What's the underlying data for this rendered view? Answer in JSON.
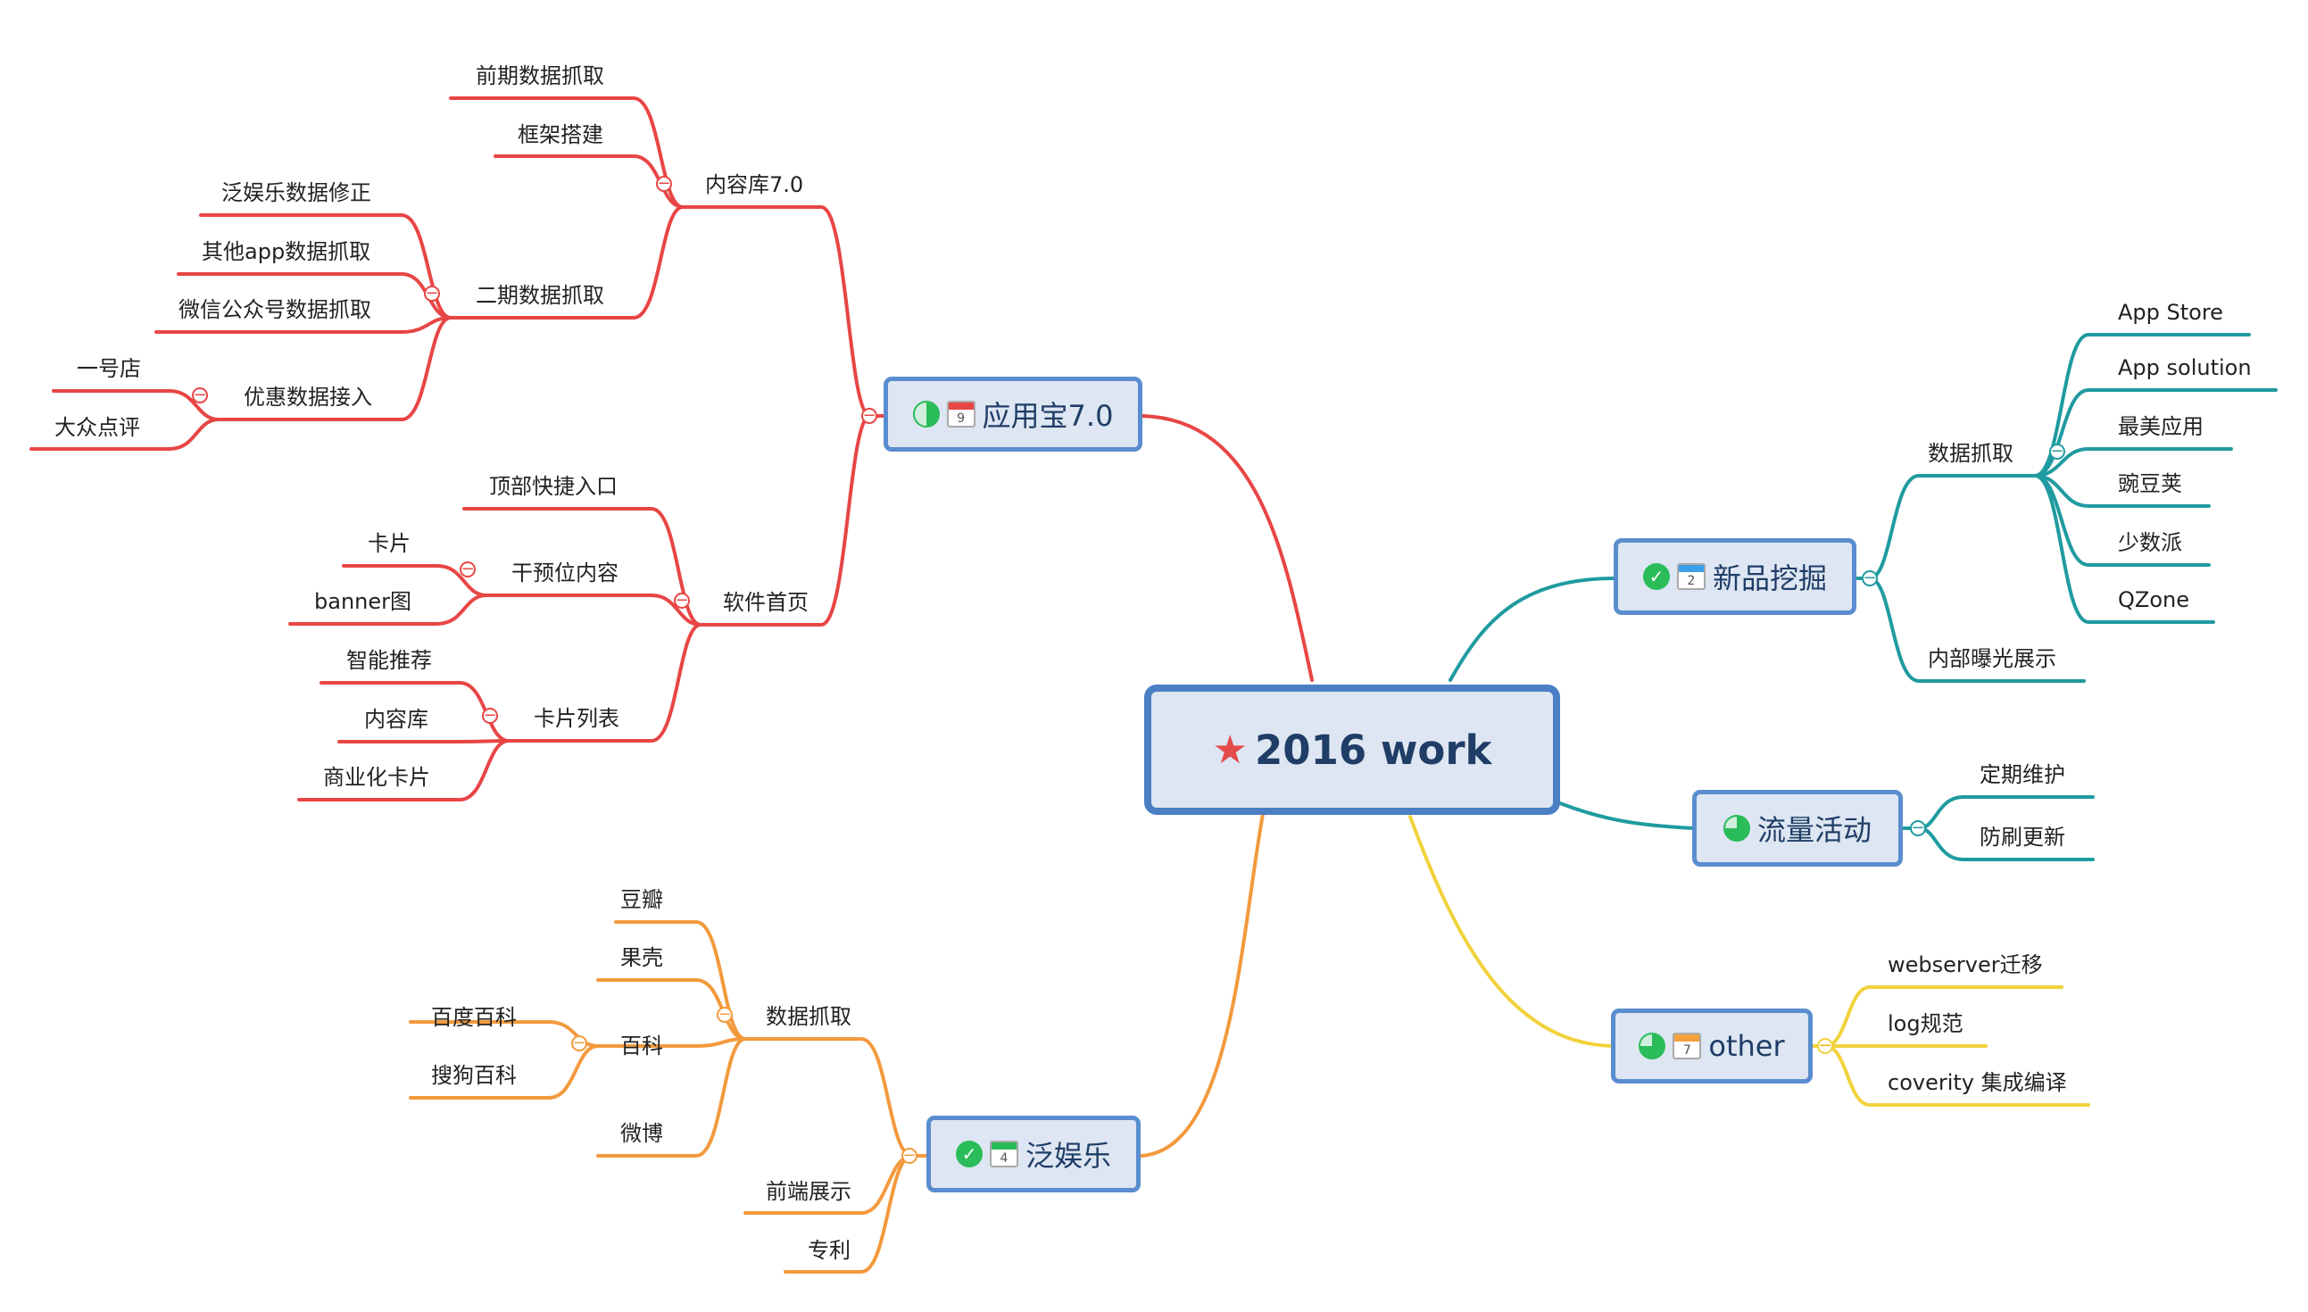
{
  "root": {
    "label": "2016 work",
    "star_color": "#e34b4b"
  },
  "colors": {
    "red": "#e84545",
    "teal": "#1f9ba0",
    "yellow": "#f2d23c",
    "orange": "#f29a3d",
    "node_border": "#5a8dcf",
    "node_fill": "#dde6f2"
  },
  "branches": {
    "yyb": {
      "label": "应用宝7.0",
      "progress": 50,
      "cal_day": "9",
      "cal_color": "#e84545",
      "nrk": {
        "label": "内容库7.0",
        "a": "前期数据抓取",
        "b": "框架搭建",
        "c": {
          "label": "二期数据抓取",
          "items": [
            "泛娱乐数据修正",
            "其他app数据抓取",
            "微信公众号数据抓取"
          ],
          "yh": {
            "label": "优惠数据接入",
            "items": [
              "一号店",
              "大众点评"
            ]
          }
        }
      },
      "rjsy": {
        "label": "软件首页",
        "a": "顶部快捷入口",
        "b": {
          "label": "干预位内容",
          "items": [
            "卡片",
            "banner图"
          ]
        },
        "c": {
          "label": "卡片列表",
          "items": [
            "智能推荐",
            "内容库",
            "商业化卡片"
          ]
        }
      }
    },
    "xpwj": {
      "label": "新品挖掘",
      "done": true,
      "cal_day": "2",
      "cal_color": "#3aa0e8",
      "sjzq": {
        "label": "数据抓取",
        "items": [
          "App Store",
          "App solution",
          "最美应用",
          "豌豆荚",
          "少数派",
          "QZone"
        ]
      },
      "nbbg": "内部曝光展示"
    },
    "llhd": {
      "label": "流量活动",
      "progress": 75,
      "items": [
        "定期维护",
        "防刷更新"
      ]
    },
    "other": {
      "label": "other",
      "progress": 75,
      "cal_day": "7",
      "cal_color": "#f2a23c",
      "items": [
        "webserver迁移",
        "log规范",
        "coverity 集成编译"
      ]
    },
    "fyl": {
      "label": "泛娱乐",
      "done": true,
      "cal_day": "4",
      "cal_color": "#2bbc5a",
      "sjzq": {
        "label": "数据抓取",
        "a": "豆瓣",
        "b": "果壳",
        "c": {
          "label": "百科",
          "items": [
            "百度百科",
            "搜狗百科"
          ]
        },
        "d": "微博"
      },
      "qdzs": "前端展示",
      "zl": "专利"
    }
  }
}
